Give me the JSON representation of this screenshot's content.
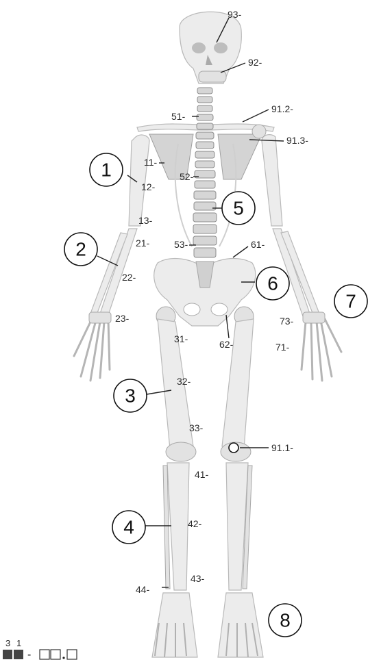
{
  "labels": {
    "l93": "93-",
    "l92": "92-",
    "l912": "91.2-",
    "l51": "51-",
    "l913": "91.3-",
    "l11": "11-",
    "l12": "12-",
    "l52": "52-",
    "l13": "13-",
    "l21": "21-",
    "l53": "53-",
    "l61": "61-",
    "l22": "22-",
    "l23": "23-",
    "l73": "73-",
    "l31": "31-",
    "l62": "62-",
    "l71": "71-",
    "l32": "32-",
    "l33": "33-",
    "l911": "91.1-",
    "l41": "41-",
    "l42": "42-",
    "l43": "43-",
    "l44": "44-"
  },
  "regions": [
    "1",
    "2",
    "3",
    "4",
    "5",
    "6",
    "7",
    "8"
  ],
  "legend": {
    "top_left": "3",
    "top_right": "1",
    "dash": "-"
  }
}
